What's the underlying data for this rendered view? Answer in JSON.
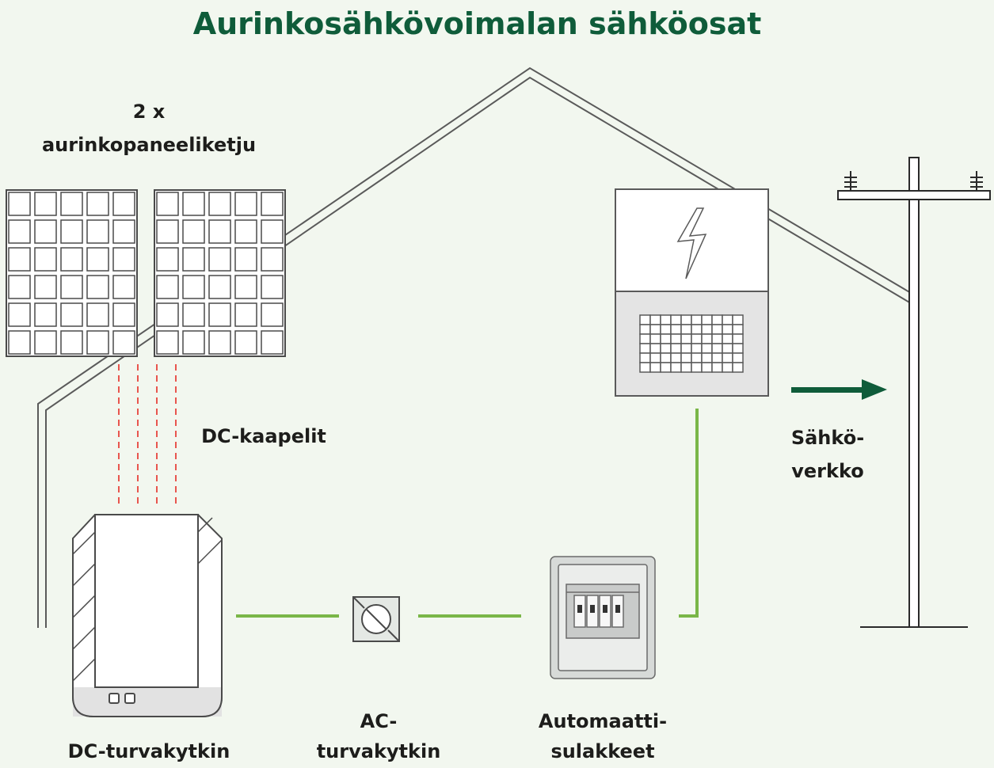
{
  "title": "Aurinkosähkövoimalan sähköosat",
  "labels": {
    "panels_line1": "2 x",
    "panels_line2": "aurinkopaneeliketju",
    "dc_cables": "DC-kaapelit",
    "grid_line1": "Sähkö-",
    "grid_line2": "verkko",
    "dc_switch": "DC-turvakytkin",
    "ac_switch_line1": "AC-",
    "ac_switch_line2": "turvakytkin",
    "breakers_line1": "Automaatti-",
    "breakers_line2": "sulakkeet"
  },
  "colors": {
    "title": "#0f5c3a",
    "background": "#f2f7ef",
    "ac_line": "#7ab648",
    "dc_cable": "#e8554e",
    "arrow": "#0f5c3a",
    "outline": "#555555"
  },
  "icons": {
    "bolt": "lightning-bolt-icon",
    "ac_switch": "rotary-switch-icon",
    "arrow": "arrow-right-icon"
  }
}
